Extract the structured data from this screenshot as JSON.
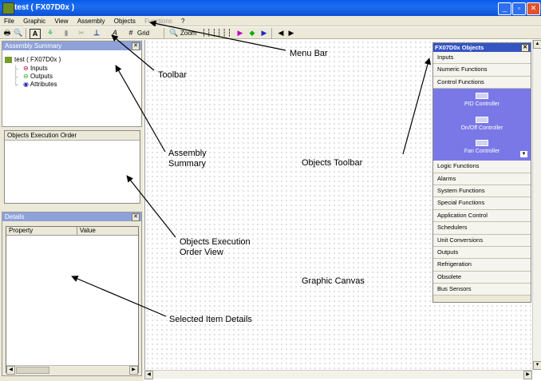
{
  "window": {
    "title": "test ( FX07D0x )"
  },
  "menubar": {
    "items": [
      {
        "label": "File",
        "disabled": false
      },
      {
        "label": "Graphic",
        "disabled": false
      },
      {
        "label": "View",
        "disabled": false
      },
      {
        "label": "Assembly",
        "disabled": false
      },
      {
        "label": "Objects",
        "disabled": false
      },
      {
        "label": "Functions",
        "disabled": true
      },
      {
        "label": "?",
        "disabled": false
      }
    ]
  },
  "toolbar": {
    "grid_label": "Grid",
    "zoom_label": "Zoom"
  },
  "assembly_summary": {
    "title": "Assembly Summary",
    "root": "test ( FX07D0x )",
    "children": [
      "Inputs",
      "Outputs",
      "Attributes"
    ]
  },
  "exec_order": {
    "header": "Objects Execution Order"
  },
  "details": {
    "title": "Details",
    "columns": [
      "Property",
      "Value"
    ]
  },
  "objects_panel": {
    "title": "FX07D0x Objects",
    "categories_top": [
      "Inputs",
      "Numeric Functions",
      "Control Functions"
    ],
    "control_items": [
      "PID Controller",
      "On/Off Controller",
      "Fan Controller"
    ],
    "categories_bottom": [
      "Logic Functions",
      "Alarms",
      "System Functions",
      "Special Functions",
      "Application Control",
      "Schedulers",
      "Unit Conversions",
      "Outputs",
      "Refrigeration",
      "Obsolete",
      "Bus Sensors"
    ]
  },
  "annotations": {
    "menu_bar": "Menu Bar",
    "toolbar": "Toolbar",
    "assembly_summary": "Assembly\nSummary",
    "objects_toolbar": "Objects Toolbar",
    "exec_order_view": "Objects Execution\nOrder View",
    "graphic_canvas": "Graphic Canvas",
    "selected_item_details": "Selected Item Details"
  },
  "colors": {
    "titlebar": "#0a5ce8",
    "pane_header": "#8ea2d9",
    "objects_header": "#3554c4",
    "control_box": "#7a78e6"
  }
}
